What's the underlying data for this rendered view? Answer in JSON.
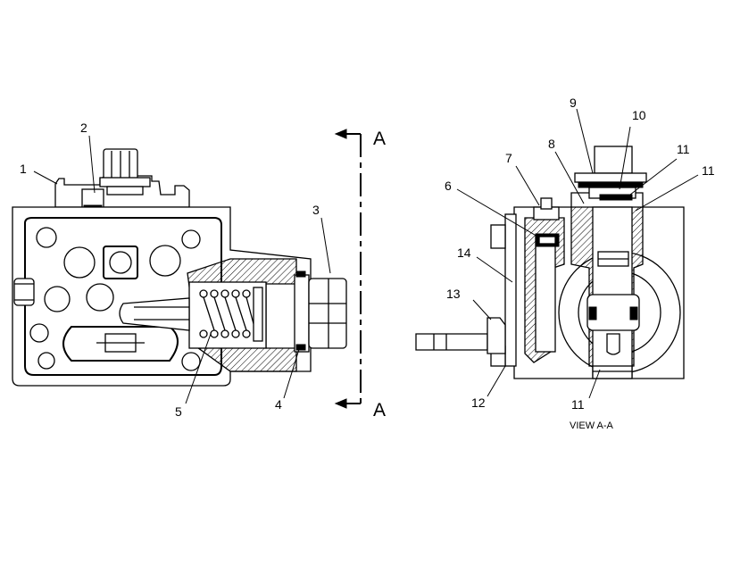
{
  "diagram": {
    "section_marker": "A",
    "view_caption": "VIEW A-A",
    "callouts": {
      "c1": "1",
      "c2": "2",
      "c3": "3",
      "c4": "4",
      "c5": "5",
      "c6": "6",
      "c7": "7",
      "c8": "8",
      "c9": "9",
      "c10": "10",
      "c11a": "11",
      "c11b": "11",
      "c11c": "11",
      "c12": "12",
      "c13": "13",
      "c14": "14"
    },
    "colors": {
      "ink": "#000000",
      "paper": "#ffffff"
    }
  }
}
